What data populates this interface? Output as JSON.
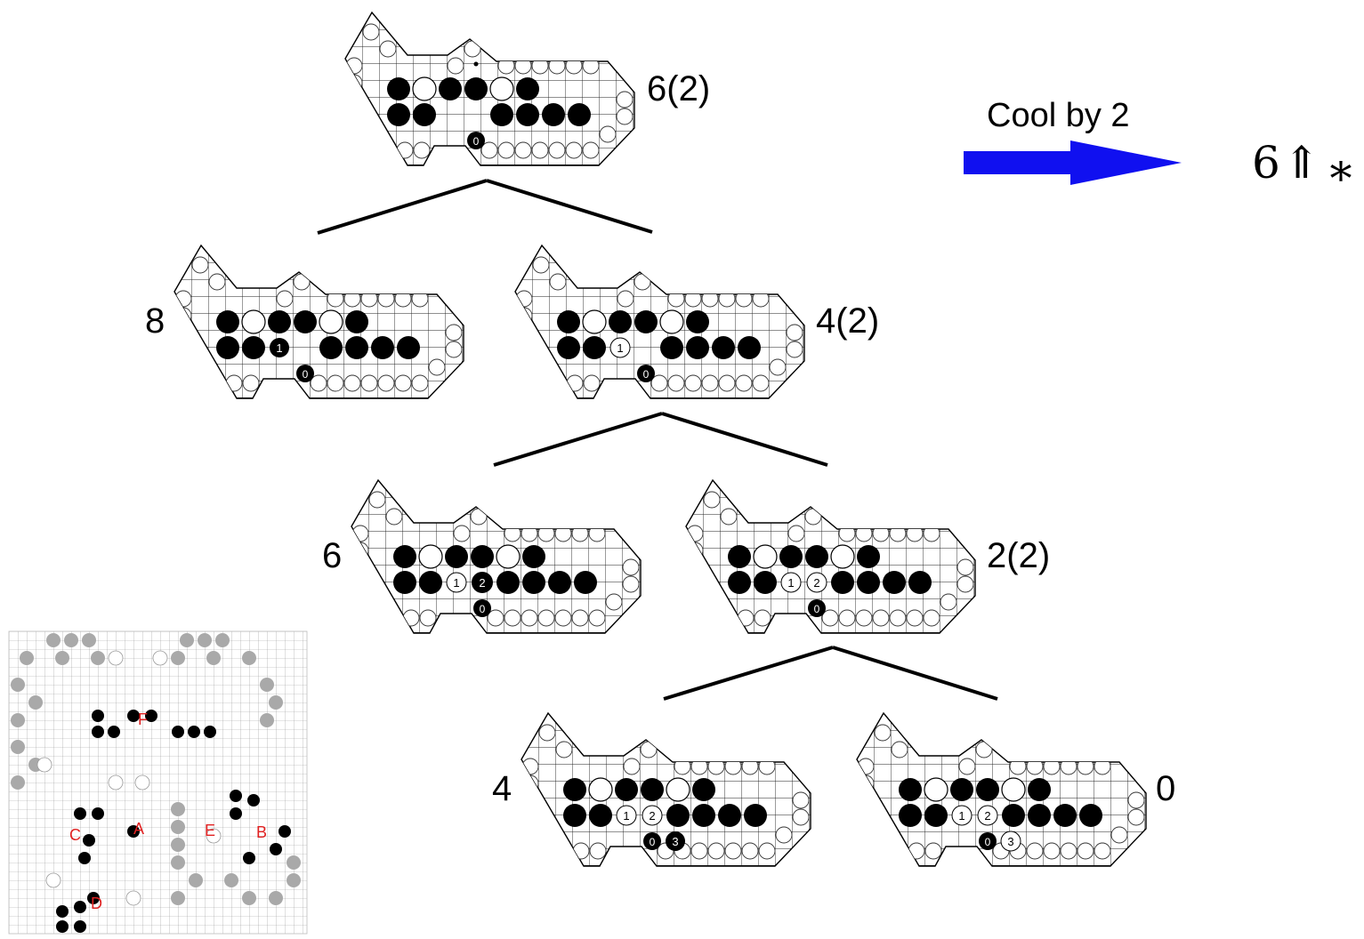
{
  "cool": {
    "label": "Cool by 2",
    "arrow_color": "#1010f0",
    "result_number": "6",
    "result_up": "⇑",
    "result_star": "∗"
  },
  "nodes": [
    {
      "id": "root",
      "value": "6(2)",
      "moves": []
    },
    {
      "id": "left1",
      "value": "8",
      "moves": [
        {
          "n": "1",
          "color": "black"
        }
      ]
    },
    {
      "id": "right1",
      "value": "4(2)",
      "moves": [
        {
          "n": "1",
          "color": "white"
        }
      ]
    },
    {
      "id": "left2",
      "value": "6",
      "moves": [
        {
          "n": "1",
          "color": "white"
        },
        {
          "n": "2",
          "color": "black"
        }
      ]
    },
    {
      "id": "right2",
      "value": "2(2)",
      "moves": [
        {
          "n": "1",
          "color": "white"
        },
        {
          "n": "2",
          "color": "white"
        }
      ]
    },
    {
      "id": "left3",
      "value": "4",
      "moves": [
        {
          "n": "1",
          "color": "white"
        },
        {
          "n": "2",
          "color": "white"
        },
        {
          "n": "3",
          "color": "black"
        }
      ]
    },
    {
      "id": "right3",
      "value": "0",
      "moves": [
        {
          "n": "1",
          "color": "white"
        },
        {
          "n": "2",
          "color": "white"
        },
        {
          "n": "3",
          "color": "white"
        }
      ]
    }
  ],
  "inset": {
    "region_letters": [
      "F",
      "C",
      "A",
      "E",
      "B",
      "D"
    ],
    "colors": {
      "grey_stone": "#a9a9a9",
      "letter": "#e02020"
    }
  }
}
